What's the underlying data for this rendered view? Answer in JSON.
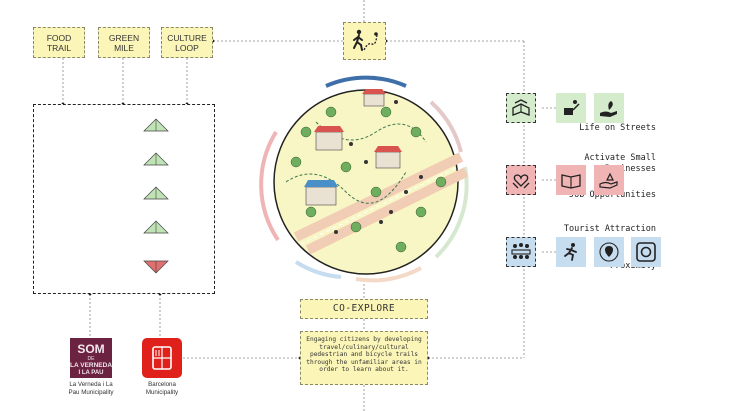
{
  "tags": [
    {
      "id": "food-trail",
      "text": "FOOD\nTRAIL"
    },
    {
      "id": "green-mile",
      "text": "GREEN\nMILE"
    },
    {
      "id": "culture-loop",
      "text": "CULTURE\nLOOP"
    }
  ],
  "impacts": [
    {
      "label": "Life on Streets",
      "trend": "up"
    },
    {
      "label": "Activate Small\nBusinesses",
      "trend": "up"
    },
    {
      "label": "Job Opportunities",
      "trend": "up"
    },
    {
      "label": "Tourist Attraction",
      "trend": "up"
    },
    {
      "label": "Proximity",
      "trend": "down"
    }
  ],
  "coexplore": {
    "title": "CO-EXPLORE",
    "description": "Engaging citizens by developing travel/culinary/cultural pedestrian and bicycle trails through the unfamiliar areas in order to learn about it."
  },
  "logos": [
    {
      "id": "vernada",
      "mark": "SOM DE LA VERNEDA I LA PAU",
      "label": "La Verneda i La\nPau Municipality"
    },
    {
      "id": "barcelona",
      "label": "Barcelona\nMunicipality"
    }
  ],
  "icons": {
    "hub": "hiker-trail-icon",
    "green_row": [
      "book-hands-icon",
      "watering-can-icon",
      "hand-plant-icon"
    ],
    "red_row": [
      "heart-hands-icon",
      "open-book-icon",
      "hand-coins-icon"
    ],
    "blue_row": [
      "community-group-icon",
      "running-person-icon",
      "location-pin-icon",
      "camera-icon"
    ]
  },
  "colors": {
    "tag_yellow": "#fbf6b8",
    "green": "#d4ebcc",
    "red": "#f1b4b4",
    "blue": "#c6dcef",
    "arrow_up": "#bfe3b4",
    "arrow_down": "#e07070"
  }
}
